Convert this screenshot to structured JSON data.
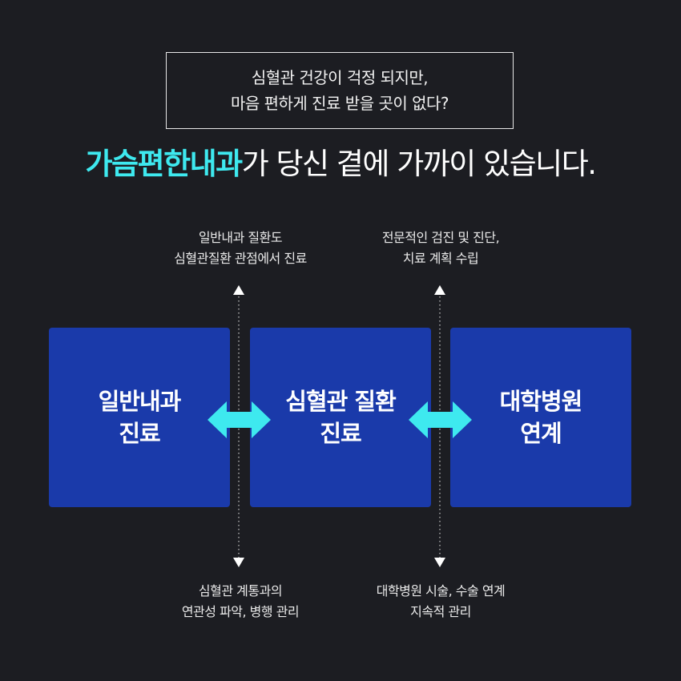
{
  "intro": {
    "line1": "심혈관 건강이 걱정 되지만,",
    "line2": "마음 편하게 진료 받을 곳이 없다?"
  },
  "headline": {
    "accent": "가슴편한내과",
    "rest": "가 당신 곁에 가까이 있습니다."
  },
  "boxes": [
    {
      "line1": "일반내과",
      "line2": "진료"
    },
    {
      "line1": "심혈관 질환",
      "line2": "진료"
    },
    {
      "line1": "대학병원",
      "line2": "연계"
    }
  ],
  "notes": {
    "top_left": {
      "line1": "일반내과 질환도",
      "line2": "심혈관질환 관점에서 진료"
    },
    "top_right": {
      "line1": "전문적인 검진 및 진단,",
      "line2": "치료 계획 수립"
    },
    "bottom_left": {
      "line1": "심혈관 계통과의",
      "line2": "연관성 파악, 병행 관리"
    },
    "bottom_right": {
      "line1": "대학병원 시술, 수술 연계",
      "line2": "지속적 관리"
    }
  },
  "colors": {
    "background": "#1c1d22",
    "box": "#1a3aaa",
    "accent": "#3ee9ef"
  }
}
